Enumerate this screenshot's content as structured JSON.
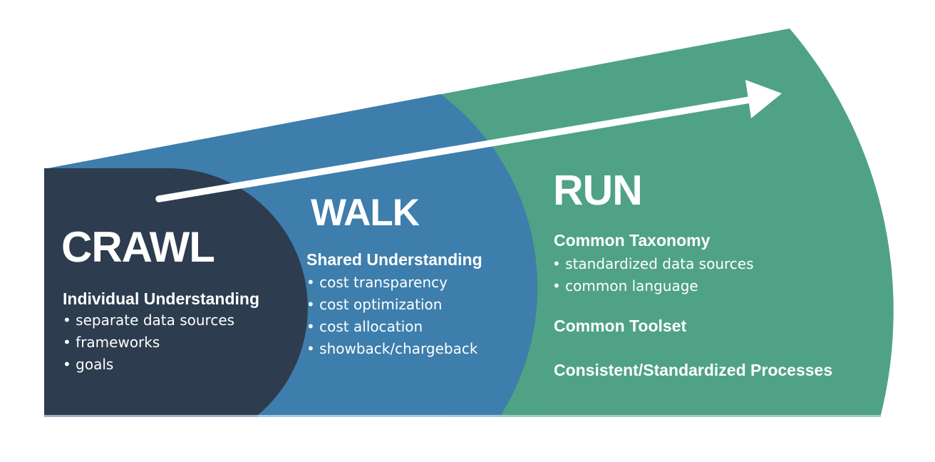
{
  "diagram": {
    "type": "crawl-walk-run maturity fan",
    "background": "#ffffff",
    "arrow_color": "#ffffff",
    "stages": [
      {
        "name": "CRAWL",
        "color": "#2d3c4e",
        "edge_color": "#97a9bd",
        "subtitle": "Individual Understanding",
        "bullets": [
          "• separate data sources",
          "• frameworks",
          "• goals"
        ]
      },
      {
        "name": "WALK",
        "color": "#3d7eac",
        "edge_color": "#9fc2d8",
        "subtitle": "Shared Understanding",
        "bullets": [
          "• cost transparency",
          "• cost optimization",
          "• cost allocation",
          "• showback/chargeback"
        ]
      },
      {
        "name": "RUN",
        "color": "#4fa286",
        "edge_color": "#9ec7b5",
        "groups": [
          {
            "heading": "Common Taxonomy",
            "bullets": [
              "• standardized data sources",
              "• common language"
            ]
          },
          {
            "heading": "Common Toolset"
          },
          {
            "heading": "Consistent/Standardized Processes"
          }
        ]
      }
    ]
  }
}
